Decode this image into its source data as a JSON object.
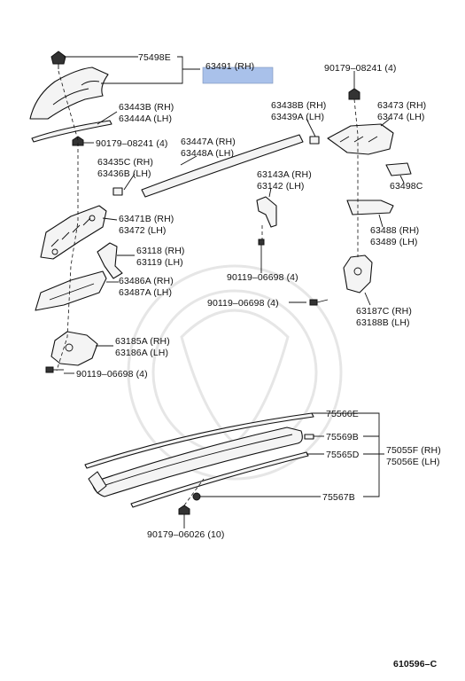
{
  "highlight_color": "#a9c1ea",
  "labels": {
    "p75498E": "75498E",
    "p63491": "63491 (RH)",
    "p90179_08241_top": "90179–08241 (4)",
    "p63443B": "63443B (RH)",
    "p63444A": "63444A (LH)",
    "p63438B": "63438B (RH)",
    "p63439A": "63439A (LH)",
    "p63473": "63473 (RH)",
    "p63474": "63474 (LH)",
    "p90179_08241_left": "90179–08241 (4)",
    "p63447A": "63447A (RH)",
    "p63448A": "63448A (LH)",
    "p63435C": "63435C (RH)",
    "p63436B": "63436B (LH)",
    "p63143A": "63143A (RH)",
    "p63142": "63142   (LH)",
    "p63498C": "63498C",
    "p63471B": "63471B (RH)",
    "p63472": "63472    (LH)",
    "p63488": "63488 (RH)",
    "p63489": "63489 (LH)",
    "p63118": "63118 (RH)",
    "p63119": "63119 (LH)",
    "p90119_06698_mid": "90119–06698 (4)",
    "p63486A": "63486A (RH)",
    "p63487A": "63487A (LH)",
    "p90119_06698_right": "90119–06698 (4)",
    "p63187C": "63187C (RH)",
    "p63188B": "63188B (LH)",
    "p63185A": "63185A (RH)",
    "p63186A": "63186A (LH)",
    "p90119_06698_left": "90119–06698 (4)",
    "p75566E": "75566E",
    "p75569B": "75569B",
    "p75565D": "75565D",
    "p75055F": "75055F (RH)",
    "p75056E": "75056E (LH)",
    "p75567B": "75567B",
    "p90179_06026": "90179–06026 (10)",
    "diagram_code": "610596–C"
  }
}
